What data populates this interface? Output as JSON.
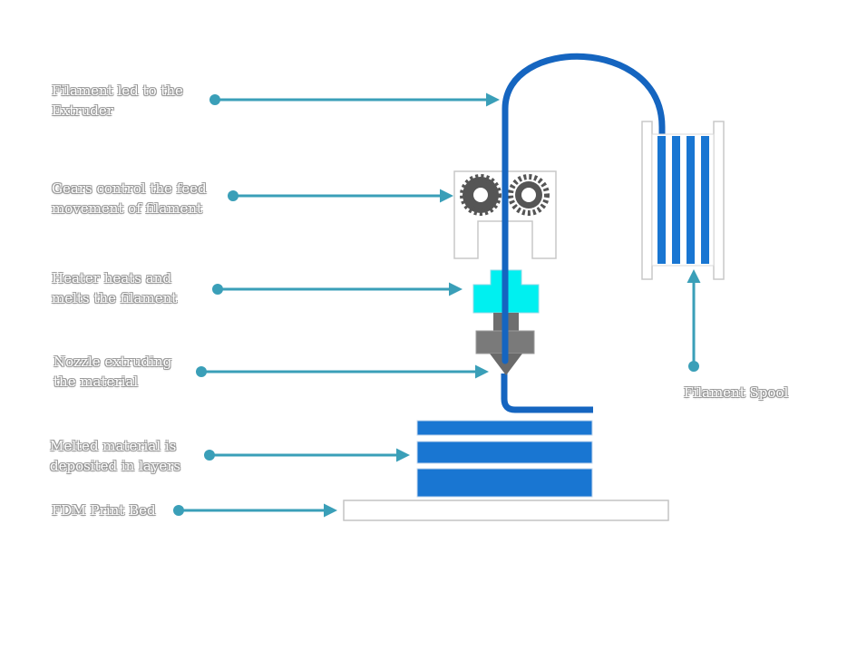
{
  "labels": {
    "filament_led": [
      "Filament led to the",
      "Extruder"
    ],
    "gears": [
      "Gears control the feed",
      "movement of filament"
    ],
    "heater": [
      "Heater heats and",
      "melts the filament"
    ],
    "nozzle": [
      "Nozzle extruding",
      "the material"
    ],
    "melted": [
      "Melted material is",
      "deposited in layers"
    ],
    "bed": "FDM Print Bed",
    "spool": "Filament Spool"
  },
  "colors": {
    "filament_blue": "#1565c0",
    "layer_blue": "#1976d2",
    "arrow_teal": "#3a9fb8",
    "heater_cyan": "#00f0f0",
    "nozzle_gray": "#707070",
    "gear_gray": "#555555"
  },
  "icons": [
    "gear-icon",
    "gear-icon"
  ]
}
